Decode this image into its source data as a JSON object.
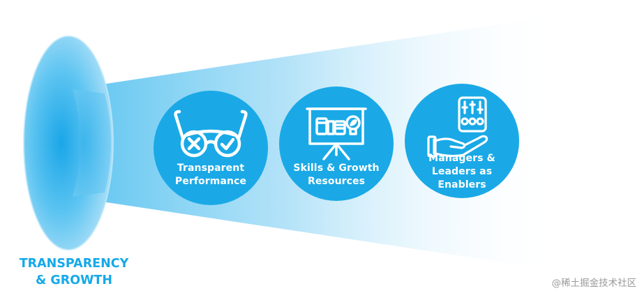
{
  "title": {
    "line1": "TRANSPARENCY",
    "line2": "& GROWTH"
  },
  "pillars": [
    {
      "icon": "glasses-icon",
      "lines": [
        "Transparent",
        "Performance"
      ]
    },
    {
      "icon": "presentation-board-icon",
      "lines": [
        "Skills & Growth",
        "Resources"
      ]
    },
    {
      "icon": "hand-with-controls-icon",
      "lines": [
        "Managers &",
        "Leaders as",
        "Enablers"
      ]
    }
  ],
  "watermark": "@稀土掘金技术社区",
  "colors": {
    "accent": "#15a9e8",
    "circle": "#1aa9e6",
    "text_on_circle": "#ffffff"
  }
}
